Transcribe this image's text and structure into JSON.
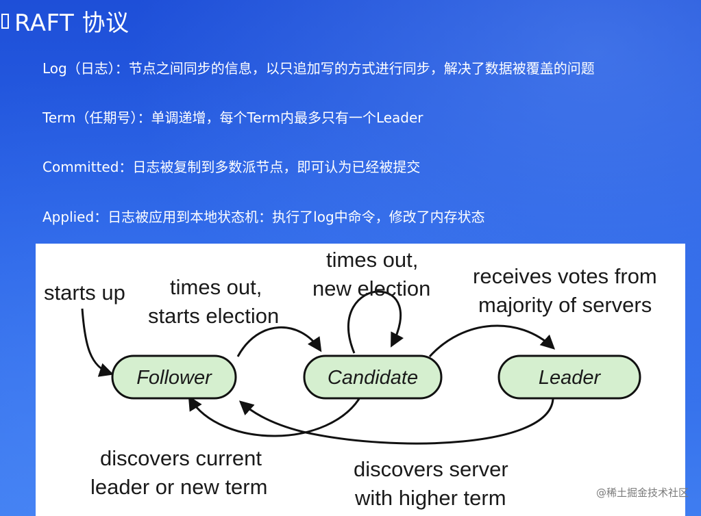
{
  "header": {
    "title": "RAFT 协议"
  },
  "definitions": [
    "Log（日志）：节点之间同步的信息，以只追加写的方式进行同步，解决了数据被覆盖的问题",
    "Term（任期号）：单调递增，每个Term内最多只有一个Leader",
    "Committed：日志被复制到多数派节点，即可认为已经被提交",
    "Applied：日志被应用到本地状态机：执行了log中命令，修改了内存状态"
  ],
  "diagram": {
    "states": {
      "follower": "Follower",
      "candidate": "Candidate",
      "leader": "Leader"
    },
    "labels": {
      "starts_up": "starts up",
      "times_out_1": "times out,",
      "starts_election": "starts election",
      "times_out_2": "times out,",
      "new_election": "new election",
      "receives_votes": "receives votes from",
      "majority": "majority of servers",
      "discovers_current": "discovers current",
      "leader_or_new_term": "leader or new term",
      "discovers_server": "discovers server",
      "with_higher_term": "with higher term"
    },
    "colors": {
      "state_fill": "#d5efcf",
      "background_top": "#1e4fd8",
      "background_bottom": "#3f7df0"
    }
  },
  "watermark": "@稀土掘金技术社区"
}
